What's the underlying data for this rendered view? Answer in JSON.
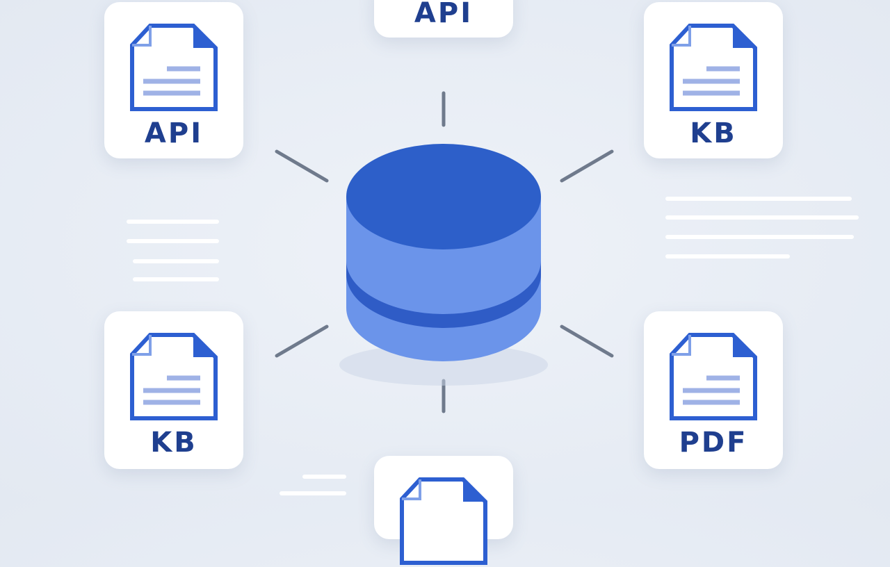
{
  "colors": {
    "background": "#e6ebf3",
    "card": "#ffffff",
    "label": "#1f3f8f",
    "doc_stroke": "#2d5fd1",
    "db_top": "#2d5fc9",
    "db_body": "#6b94ea",
    "spoke": "#6f7a8c"
  },
  "center": {
    "icon": "database-icon"
  },
  "cards": [
    {
      "label": "API",
      "icon": "document-icon"
    },
    {
      "label": "API",
      "icon": "document-icon"
    },
    {
      "label": "KB",
      "icon": "document-icon"
    },
    {
      "label": "KB",
      "icon": "document-icon"
    },
    {
      "label": "PDF",
      "icon": "document-icon"
    },
    {
      "label": "",
      "icon": "document-icon"
    }
  ]
}
